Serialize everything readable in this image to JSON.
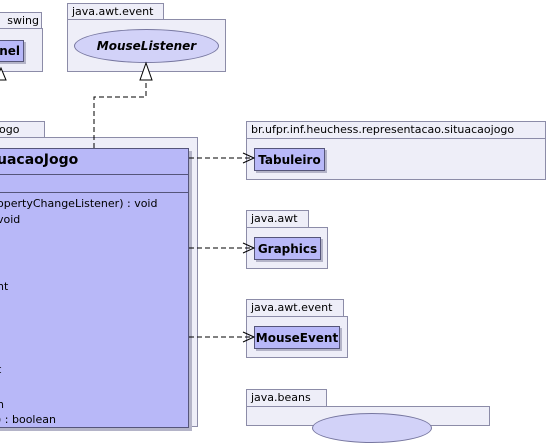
{
  "packages": {
    "swing": {
      "tab": "swing",
      "class_name": "nel"
    },
    "awt_event_top": {
      "tab": "java.awt.event",
      "interface_name": "MouseListener"
    },
    "main": {
      "tab": "ogo",
      "class_name": "uacaoJogo"
    },
    "situacaojogo": {
      "tab": "br.ufpr.inf.heuchess.representacao.situacaojogo",
      "class_name": "Tabuleiro"
    },
    "awt": {
      "tab": "java.awt",
      "class_name": "Graphics"
    },
    "awt_event": {
      "tab": "java.awt.event",
      "class_name": "MouseEvent"
    },
    "beans": {
      "tab": "java.beans"
    }
  },
  "main_class": {
    "methods": [
      "operty ChangeListener) : void",
      "void",
      "nt",
      "t",
      "n",
      ") : boolean"
    ]
  },
  "colors": {
    "class_fill": "#b8b8f8",
    "package_fill": "#eeeef8",
    "border": "#8c8ca8"
  }
}
